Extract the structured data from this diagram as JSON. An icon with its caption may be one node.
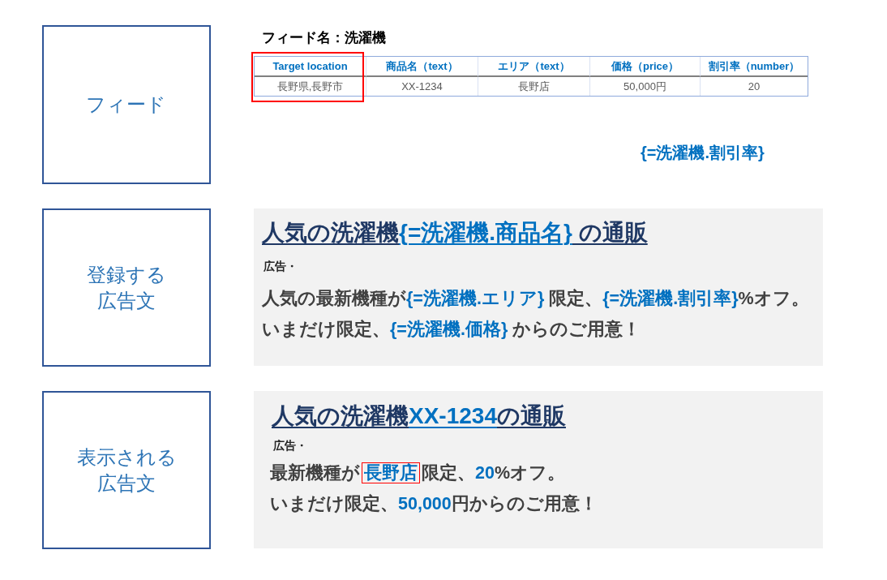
{
  "diagram": {
    "nodes": [
      {
        "text": [
          "フィード"
        ]
      },
      {
        "text": [
          "登録する広告文"
        ]
      },
      {
        "text": [
          "表示される広告文"
        ]
      },
      {
        "text": [
          "人気の洗濯機{=洗濯機.商品名} の通販",
          "広告・",
          "人気の最新機種が{=洗濯機.エリア} 限定、{=洗濯機.割引率}%オフ。",
          "いまだけ限定、{=洗濯機.価格} からのご用意！"
        ]
      },
      {
        "text": [
          "人気の洗濯機XX-1234の通販",
          "広告・",
          "最新機種が長野店限定、20%オフ。",
          "いまだけ限定、50,000円からのご用意！"
        ]
      }
    ],
    "labels": [
      "フィード名：洗濯機",
      "Target location",
      "商品名（text）",
      "エリア（text）",
      "価格（price）",
      "割引率（number）",
      "長野県,長野市",
      "XX-1234",
      "長野店",
      "50,000円",
      "20",
      "{=洗濯機.割引率}"
    ]
  }
}
